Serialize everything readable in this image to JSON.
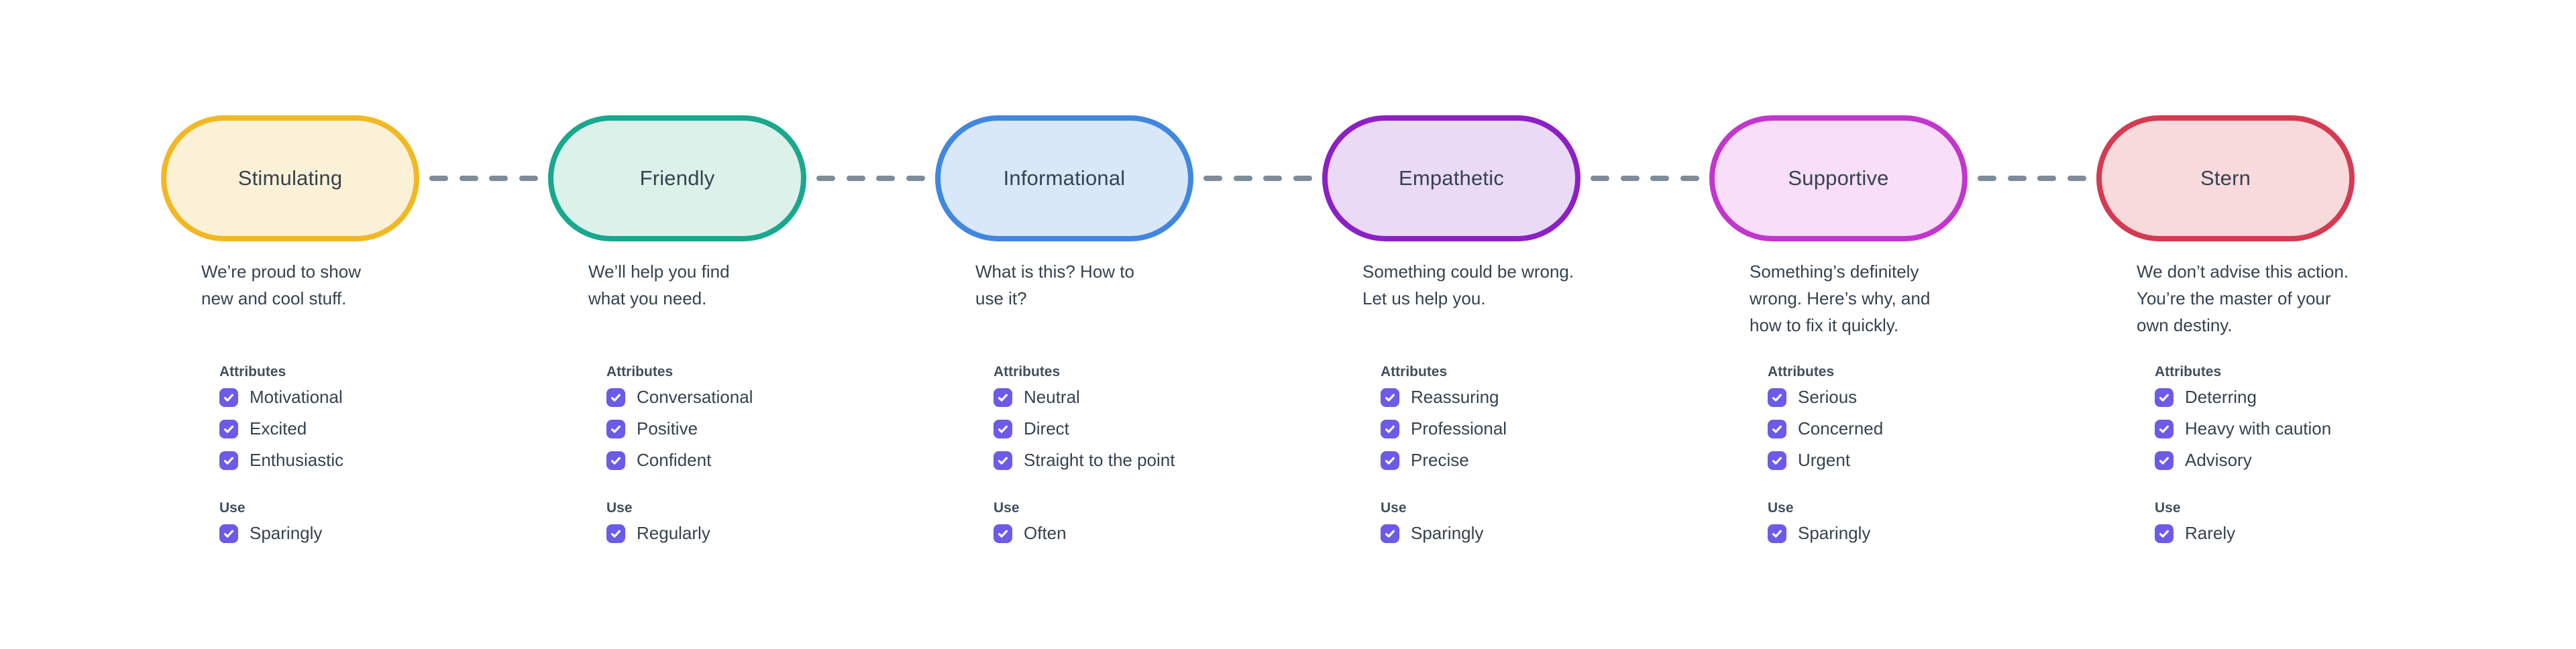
{
  "diagram": {
    "checkbox_color": "#6C5BE8",
    "connector_color": "#7E8B99",
    "text_color": "#36424F",
    "tones": [
      {
        "label": "Stimulating",
        "description": "We’re proud to show\nnew and cool stuff.",
        "attributes_heading": "Attributes",
        "attributes": [
          "Motivational",
          "Excited",
          "Enthusiastic"
        ],
        "use_heading": "Use",
        "use": [
          "Sparingly"
        ],
        "border_color": "#F2B824",
        "fill_color": "#FBF1D6"
      },
      {
        "label": "Friendly",
        "description": "We’ll help you find\nwhat you need.",
        "attributes_heading": "Attributes",
        "attributes": [
          "Conversational",
          "Positive",
          "Confident"
        ],
        "use_heading": "Use",
        "use": [
          "Regularly"
        ],
        "border_color": "#18A88D",
        "fill_color": "#DDF1EB"
      },
      {
        "label": "Informational",
        "description": "What is this? How to\nuse it?",
        "attributes_heading": "Attributes",
        "attributes": [
          "Neutral",
          "Direct",
          "Straight to the point"
        ],
        "use_heading": "Use",
        "use": [
          "Often"
        ],
        "border_color": "#4187E0",
        "fill_color": "#D8E8F9"
      },
      {
        "label": "Empathetic",
        "description": "Something could be wrong.\nLet us help you.",
        "attributes_heading": "Attributes",
        "attributes": [
          "Reassuring",
          "Professional",
          "Precise"
        ],
        "use_heading": "Use",
        "use": [
          "Sparingly"
        ],
        "border_color": "#8C20C4",
        "fill_color": "#EADAF5"
      },
      {
        "label": "Supportive",
        "description": "Something’s definitely\nwrong. Here’s why, and\nhow to fix it quickly.",
        "attributes_heading": "Attributes",
        "attributes": [
          "Serious",
          "Concerned",
          "Urgent"
        ],
        "use_heading": "Use",
        "use": [
          "Sparingly"
        ],
        "border_color": "#C336CE",
        "fill_color": "#F8DEF8"
      },
      {
        "label": "Stern",
        "description": "We don’t advise this action.\nYou’re the master of your\nown destiny.",
        "attributes_heading": "Attributes",
        "attributes": [
          "Deterring",
          "Heavy with caution",
          "Advisory"
        ],
        "use_heading": "Use",
        "use": [
          "Rarely"
        ],
        "border_color": "#D43B51",
        "fill_color": "#F8D9DC"
      }
    ]
  }
}
